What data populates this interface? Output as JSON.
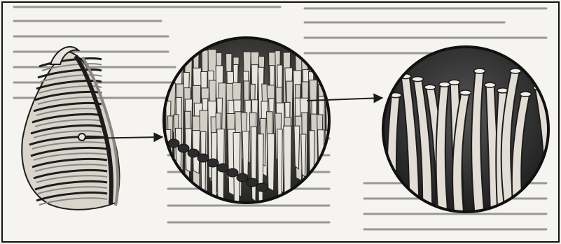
{
  "figure": {
    "parts": [
      {
        "name": "baleen-plate-series",
        "icon": "baleen-rack-illustration"
      },
      {
        "name": "fringe-magnified",
        "icon": "magnified-bristle-circle"
      },
      {
        "name": "bristle-tips-magnified",
        "icon": "magnified-tube-circle"
      }
    ],
    "colors": {
      "page": "#f5f4f1",
      "ink": "#1c1c1c",
      "paper": "#e2ded6",
      "mid_gray": "#8a8782",
      "shadow": "#2b2b2b",
      "frame": "#111111"
    }
  }
}
